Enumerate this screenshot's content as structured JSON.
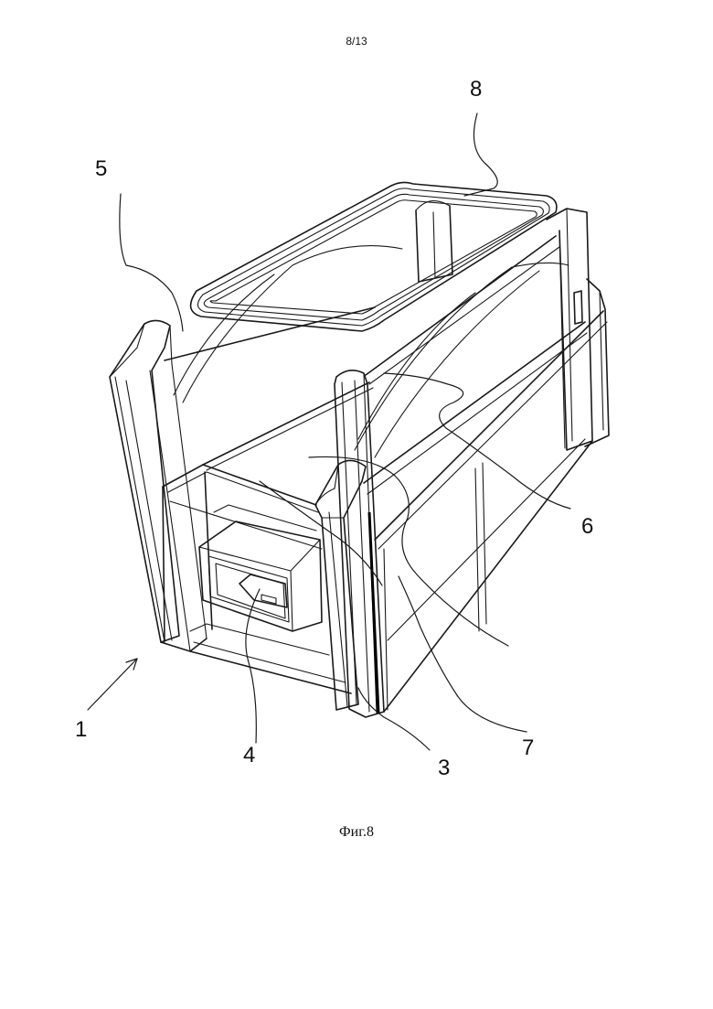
{
  "page": {
    "number": "8/13"
  },
  "figure": {
    "caption": "Фиг.8",
    "labels": {
      "l1": "1",
      "l3": "3",
      "l4": "4",
      "l5": "5",
      "l6": "6",
      "l7": "7",
      "l8": "8"
    }
  }
}
